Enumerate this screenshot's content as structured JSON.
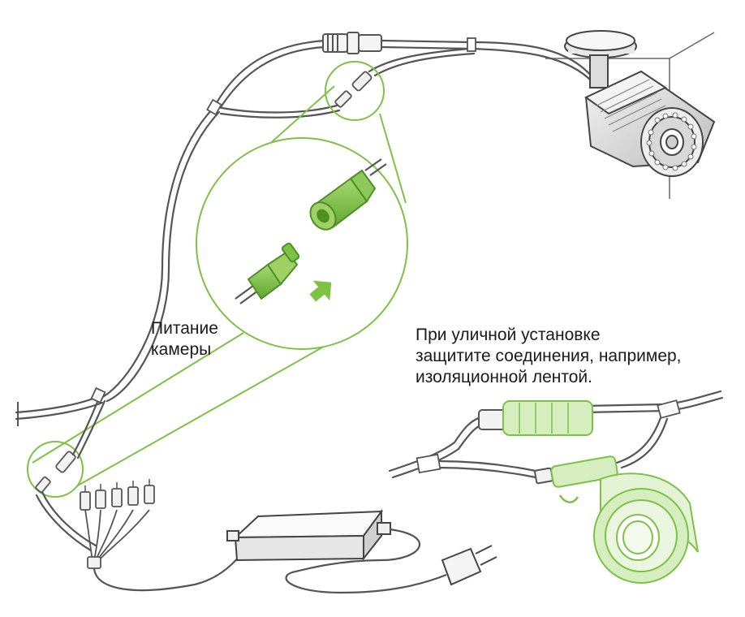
{
  "labels": {
    "power": [
      "Питание",
      "камеры"
    ],
    "outdoor_note": [
      "При уличной установке",
      "защитите соединения, например,",
      "изоляционной лентой."
    ]
  },
  "colors": {
    "accent_green": "#7cc243",
    "accent_green_light": "#d6eebf",
    "line": "#4a4a4a",
    "light_fill": "#f2f2f2"
  }
}
